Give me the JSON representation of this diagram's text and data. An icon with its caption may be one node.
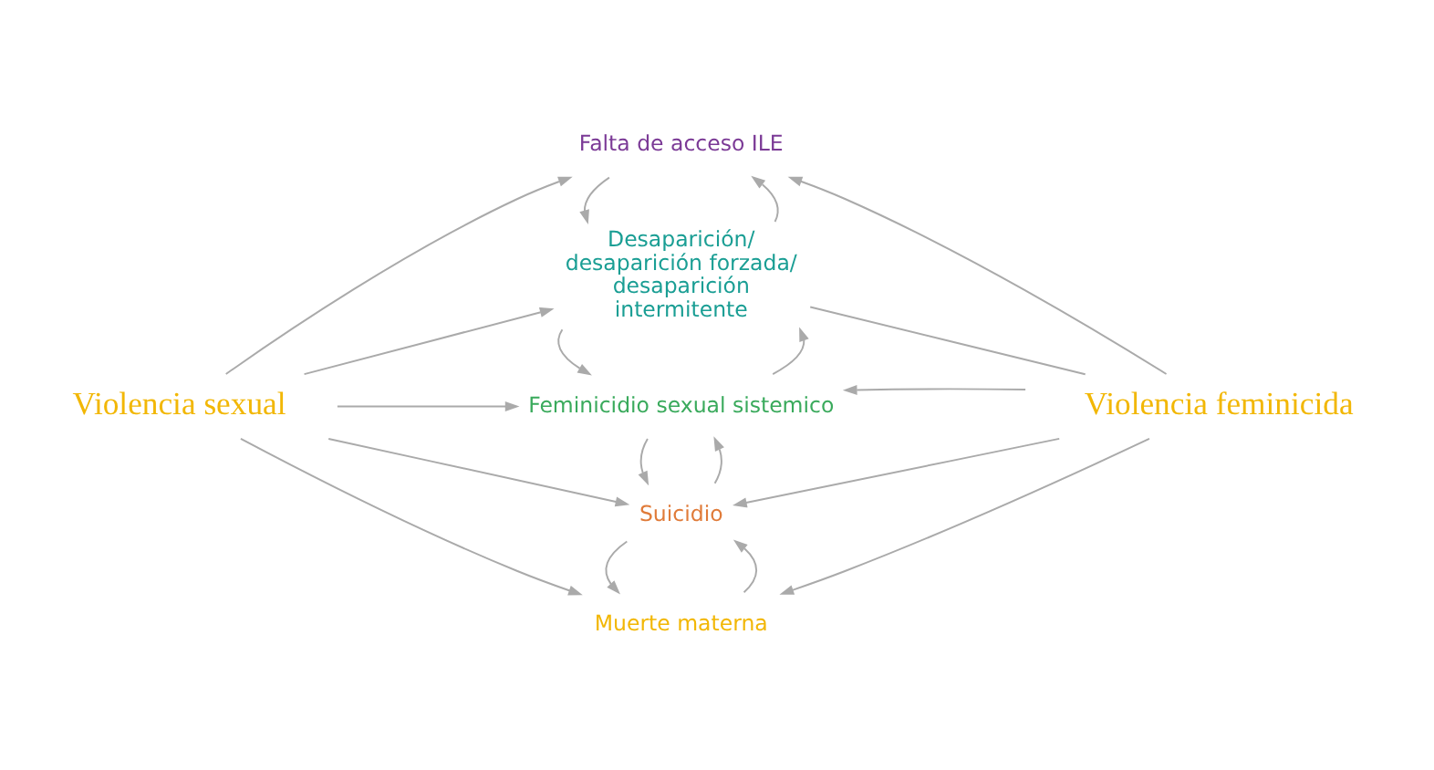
{
  "diagram": {
    "nodes": [
      {
        "text": [
          "Violencia sexual"
        ]
      },
      {
        "text": [
          "Muerte materna"
        ]
      },
      {
        "text": [
          "Suicidio"
        ]
      },
      {
        "text": [
          "Feminicidio sexual sistemico"
        ]
      },
      {
        "text": [
          "Desaparición/ desaparición forzada/ desaparición intermitente"
        ]
      },
      {
        "text": [
          "Falta de acceso ILE"
        ]
      },
      {
        "text": [
          "Violencia feminicida"
        ]
      }
    ],
    "edges": [
      {
        "from": 0,
        "to": 1,
        "arrow": "to"
      },
      {
        "from": 0,
        "to": 2,
        "arrow": "to"
      },
      {
        "from": 0,
        "to": 3,
        "arrow": "to"
      },
      {
        "from": 0,
        "to": 4,
        "arrow": "to"
      },
      {
        "from": 0,
        "to": 5,
        "arrow": "to"
      },
      {
        "from": 6,
        "to": 1,
        "arrow": "to"
      },
      {
        "from": 6,
        "to": 2,
        "arrow": "to"
      },
      {
        "from": 6,
        "to": 3,
        "arrow": "to"
      },
      {
        "from": 6,
        "to": 4,
        "arrow": "none"
      },
      {
        "from": 6,
        "to": 5,
        "arrow": "to"
      },
      {
        "from": 1,
        "to": 2,
        "arrow": "to"
      },
      {
        "from": 2,
        "to": 1,
        "arrow": "to"
      },
      {
        "from": 2,
        "to": 3,
        "arrow": "to"
      },
      {
        "from": 3,
        "to": 2,
        "arrow": "to"
      },
      {
        "from": 3,
        "to": 4,
        "arrow": "to"
      },
      {
        "from": 4,
        "to": 3,
        "arrow": "to"
      },
      {
        "from": 4,
        "to": 5,
        "arrow": "to"
      },
      {
        "from": 5,
        "to": 4,
        "arrow": "to"
      }
    ]
  }
}
